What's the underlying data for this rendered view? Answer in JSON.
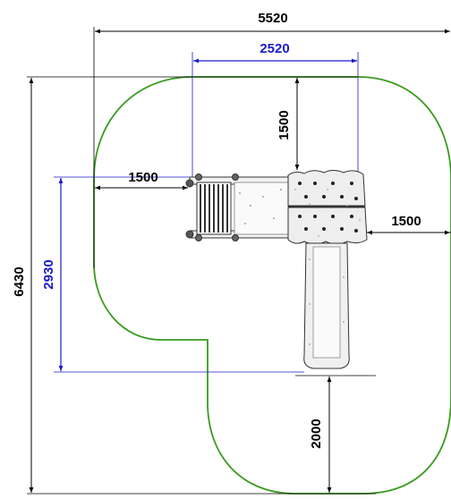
{
  "drawing": {
    "colors": {
      "safety_zone": "#3a9a1f",
      "dimension_black": "#000000",
      "dimension_blue": "#1a1acc",
      "equipment_line": "#333333",
      "equipment_fill": "#f2f2f2"
    },
    "dimensions": {
      "overall_width": "5520",
      "platform_span": "2520",
      "top_clearance": "1500",
      "left_clearance": "1500",
      "right_clearance": "1500",
      "overall_height": "6430",
      "equipment_length": "2930",
      "bottom_clearance": "2000"
    }
  }
}
